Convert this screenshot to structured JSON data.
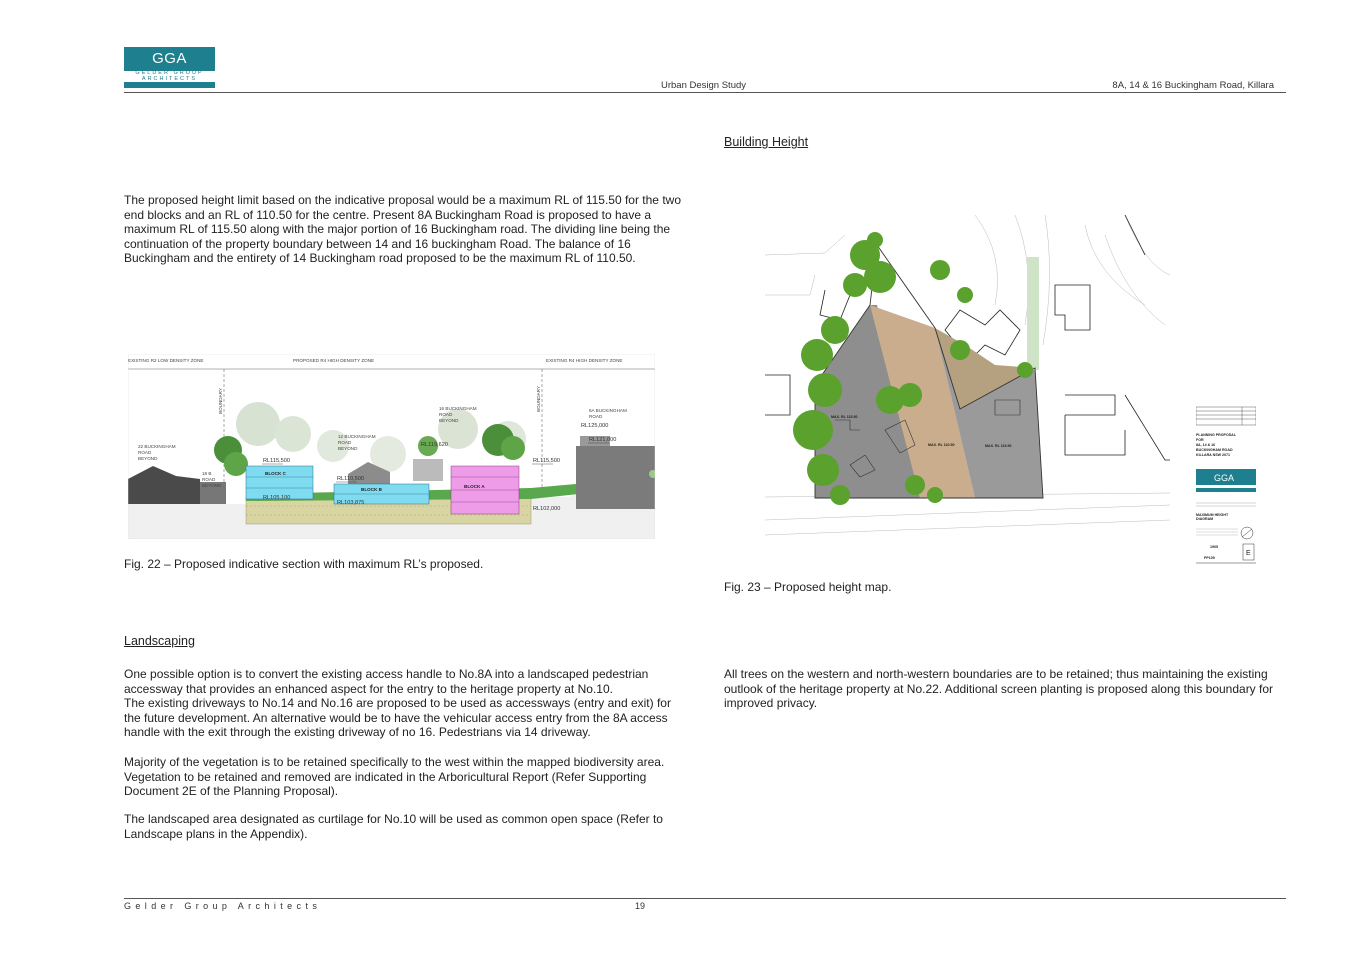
{
  "header": {
    "logo_text": "GGA",
    "logo_subtext": "GELDER GROUP ARCHITECTS",
    "center": "Urban Design Study",
    "right": "8A, 14 & 16 Buckingham Road, Killara"
  },
  "left": {
    "intro_paragraph": "The proposed height limit based on the indicative proposal would be a maximum RL of 115.50 for the two end blocks and an RL of 110.50 for the centre. Present 8A Buckingham Road is proposed to have a maximum RL of 115.50 along with the major portion of 16 Buckingham road. The dividing line being the continuation of the property boundary between 14 and 16 buckingham Road. The balance of 16 Buckingham and the entirety of 14 Buckingham road proposed to be the maximum RL of 110.50.",
    "fig22_caption": "Fig. 22 – Proposed indicative section with maximum RL’s proposed.",
    "landscaping_heading": "Landscaping",
    "landscaping_p1": "One possible option is to convert the existing access handle to No.8A into a landscaped pedestrian accessway that provides an enhanced aspect for the entry to the heritage property at No.10.\nThe existing driveways to No.14 and No.16 are proposed to be used as accessways (entry and exit) for the future development. An alternative would be to have the vehicular access entry from the 8A access handle with the exit through the existing driveway of no 16. Pedestrians via 14 driveway.",
    "landscaping_p2": "Majority of the vegetation is to be retained specifically to the west within the mapped biodiversity area. Vegetation to be retained and removed are indicated in the Arboricultural Report (Refer Supporting Document 2E of the Planning Proposal).",
    "landscaping_p3": "The landscaped area designated as curtilage for No.10 will be used as common open space (Refer to Landscape plans in the Appendix)."
  },
  "right": {
    "building_height_heading": "Building Height",
    "fig23_caption": "Fig. 23 – Proposed height map.",
    "trees_paragraph": "All trees on the western and north-western boundaries are to be retained; thus maintaining the existing outlook of the heritage property at No.22. Additional screen planting is proposed along this boundary for improved privacy."
  },
  "section_figure": {
    "zone_left": "EXISTING R2 LOW DENSITY ZONE",
    "zone_center": "PROPOSED R4 HIGH DENSITY ZONE",
    "zone_right": "EXISTING R4 HIGH DENSITY ZONE",
    "boundary": "BOUNDARY",
    "label_22": [
      "22 BUCKINGHAM",
      "ROAD",
      "BEYOND"
    ],
    "label_18": [
      "18 B",
      "ROAD",
      "BEYOND"
    ],
    "label_12": [
      "12 BUCKINGHAM",
      "ROAD",
      "BEYOND"
    ],
    "label_16": [
      "16 BUCKINGHAM",
      "ROAD",
      "BEYOND"
    ],
    "label_6a": [
      "6A BUCKINGHAM",
      "ROAD"
    ],
    "rl_115500_left": "RL115,500",
    "rl_105100": "RL105,100",
    "rl_110500": "RL110,500",
    "rl_103875": "RL103,875",
    "rl_119620": "RL119,620",
    "rl_115500_right": "RL115,500",
    "rl_102000": "RL102,000",
    "rl_125000": "RL125,000",
    "rl_121000": "RL121,000",
    "block_c": "BLOCK C",
    "block_b": "BLOCK B",
    "block_a": "BLOCK A"
  },
  "height_map": {
    "max_left": "MAX. RL 115.50",
    "max_center": "MAX. RL 110.50",
    "max_right": "MAX. RL 115.50"
  },
  "legend": {
    "title": [
      "PLANNING PROPOSAL",
      "FOR",
      "8A, 14 & 16",
      "BUCKINGHAM ROAD",
      "KILLARA NSW 2071"
    ],
    "logo": "GGA",
    "diagram": [
      "MAXIMUM HEIGHT",
      "DIAGRAM"
    ],
    "job_no": "1905",
    "drawing_no": "PP109",
    "revision": "E"
  },
  "footer": {
    "firm": "Gelder Group Architects",
    "page": "19"
  }
}
